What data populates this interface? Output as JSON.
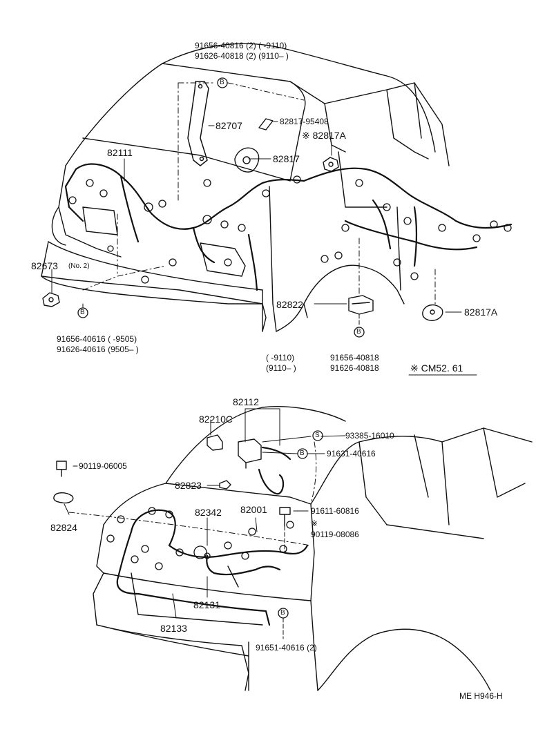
{
  "colors": {
    "ink": "#111111",
    "paper": "#ffffff"
  },
  "icons": {
    "bolt": "bolt-icon",
    "screw": "screw-icon",
    "clip": "clip-icon",
    "relay": "relay-icon"
  },
  "top": {
    "bolt_a": {
      "line1": "91656-40816 (2) (       -9110)",
      "line2": "91626-40818 (2) (9110–        )"
    },
    "harness_82707": "82707",
    "harness_82111": "82111",
    "clip_82817_95408": "82817-95408",
    "clip_82817A": "※ 82817A",
    "clip_82817": "82817",
    "clip_82673": "82673",
    "clip_82673_note": "(No. 2)",
    "bolt_b": {
      "line1": "91656-40616 (         -9505)",
      "line2": "91626-40616 (9505–          )"
    },
    "clamp_82822": "82822",
    "clip_82817A_right": "82817A",
    "bolt_c": {
      "left1": "(         -9110)",
      "left2": "(9110–         )",
      "right1": "91656-40818",
      "right2": "91626-40818"
    },
    "ref_note": "※ CM52. 61"
  },
  "bottom": {
    "harness_82112": "82112",
    "relay_82210C": "82210C",
    "screw_93385": "93385-16010",
    "bolt_91631": "91631-40616",
    "clip_90119_06005": "90119-06005",
    "clip_82823": "82823",
    "clip_82824": "82824",
    "harness_82342": "82342",
    "harness_82001": "82001",
    "bolt_91611": "91611-60816",
    "bolt_90119_08086": "※\n90119-08086",
    "bolt_90119_08086_a": "※",
    "bolt_90119_08086_b": "90119-08086",
    "harness_82131": "82131",
    "harness_82133": "82133",
    "bolt_91651": "91651-40616 (2)"
  },
  "markers": {
    "bolt_letter": "B",
    "screw_letter": "S"
  },
  "footer": {
    "code": "ME  H946-H"
  }
}
